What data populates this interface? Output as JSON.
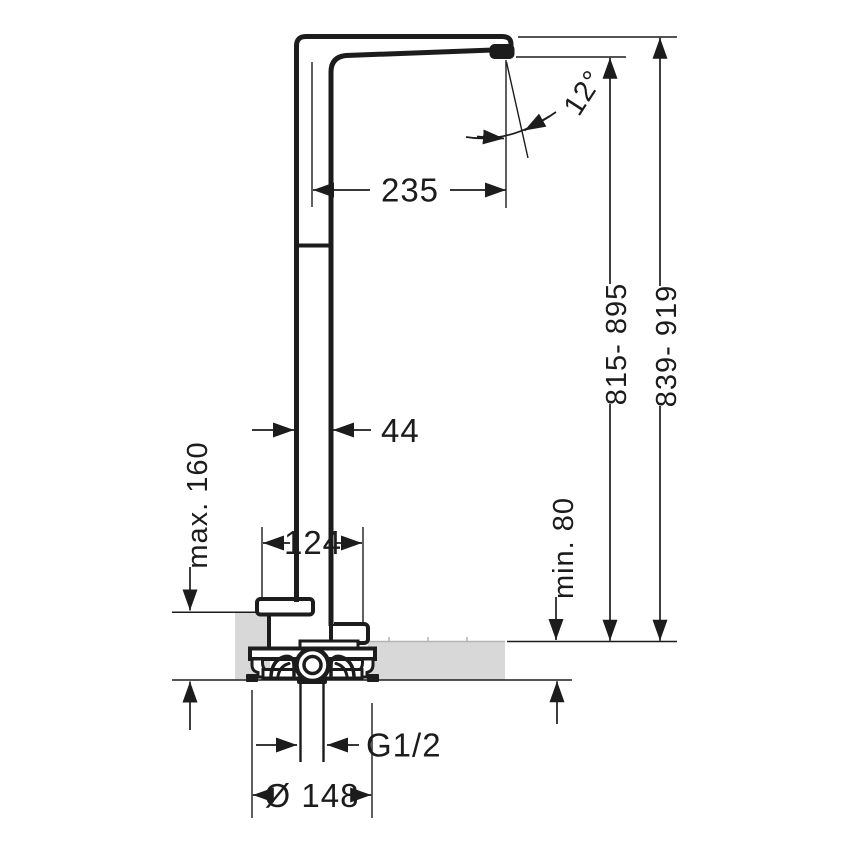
{
  "drawing": {
    "type": "technical-installation-drawing",
    "subject": "floor-standing bath spout with base flange, side elevation with installation dimensions",
    "units": "mm",
    "colors": {
      "line": "#1c1c1c",
      "floor_fill": "#d8d8d8",
      "floor_edge": "#b4b4b4",
      "background": "#ffffff"
    },
    "dimensions": {
      "spout_reach": "235",
      "spout_angle": "12°",
      "height_to_spout": "815- 895",
      "height_total": "839- 919",
      "column_width": "44",
      "floor_buildup_max": "max. 160",
      "base_step_width": "124",
      "floor_buildup_min": "min. 80",
      "thread": "G1/2",
      "base_diameter": "Ø 148"
    }
  }
}
